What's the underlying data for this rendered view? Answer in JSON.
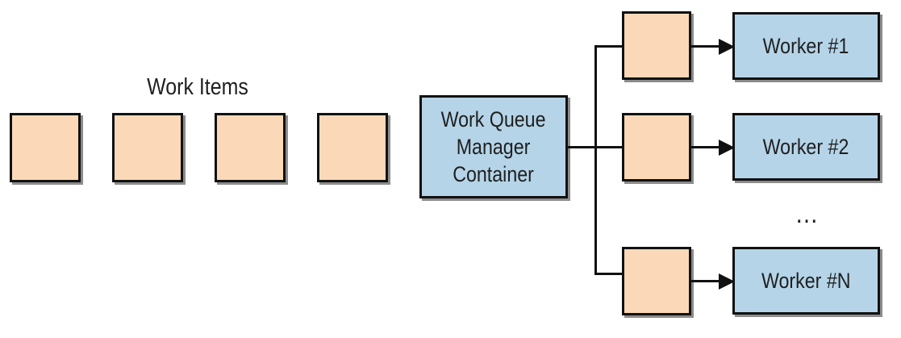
{
  "diagram": {
    "work_items_label": "Work Items",
    "work_items_count": 4,
    "manager": {
      "line1": "Work Queue",
      "line2": "Manager",
      "line3": "Container"
    },
    "workers": [
      {
        "label": "Worker #1"
      },
      {
        "label": "Worker #2"
      },
      {
        "label": "Worker #N"
      }
    ],
    "ellipsis": "…",
    "colors": {
      "work_item_fill": "#fbd9b8",
      "container_fill": "#b5d4e8",
      "stroke": "#111111"
    }
  }
}
